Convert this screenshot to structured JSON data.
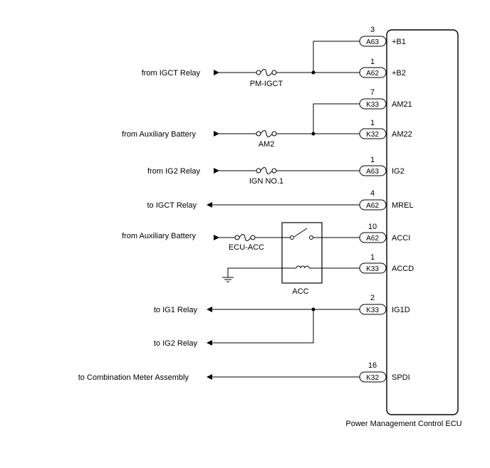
{
  "ecu": {
    "label": "Power Management Control ECU",
    "terminals": [
      {
        "name": "+B1",
        "connector": "A63",
        "pin": "3"
      },
      {
        "name": "+B2",
        "connector": "A62",
        "pin": "1"
      },
      {
        "name": "AM21",
        "connector": "K33",
        "pin": "7"
      },
      {
        "name": "AM22",
        "connector": "K32",
        "pin": "1"
      },
      {
        "name": "IG2",
        "connector": "A63",
        "pin": "1"
      },
      {
        "name": "MREL",
        "connector": "A62",
        "pin": "4"
      },
      {
        "name": "ACCI",
        "connector": "A62",
        "pin": "10"
      },
      {
        "name": "ACCD",
        "connector": "K33",
        "pin": "1"
      },
      {
        "name": "IG1D",
        "connector": "K33",
        "pin": "2"
      },
      {
        "name": "SPDI",
        "connector": "K32",
        "pin": "16"
      }
    ]
  },
  "signals": [
    "from IGCT Relay",
    "from Auxiliary Battery",
    "from IG2 Relay",
    "to IGCT Relay",
    "from  Auxiliary Battery",
    "to IG1 Relay",
    "to IG2 Relay",
    "to Combination Meter Assembly"
  ],
  "fuses": [
    "PM-IGCT",
    "AM2",
    "IGN NO.1",
    "ECU-ACC"
  ],
  "relay": {
    "label": "ACC"
  }
}
